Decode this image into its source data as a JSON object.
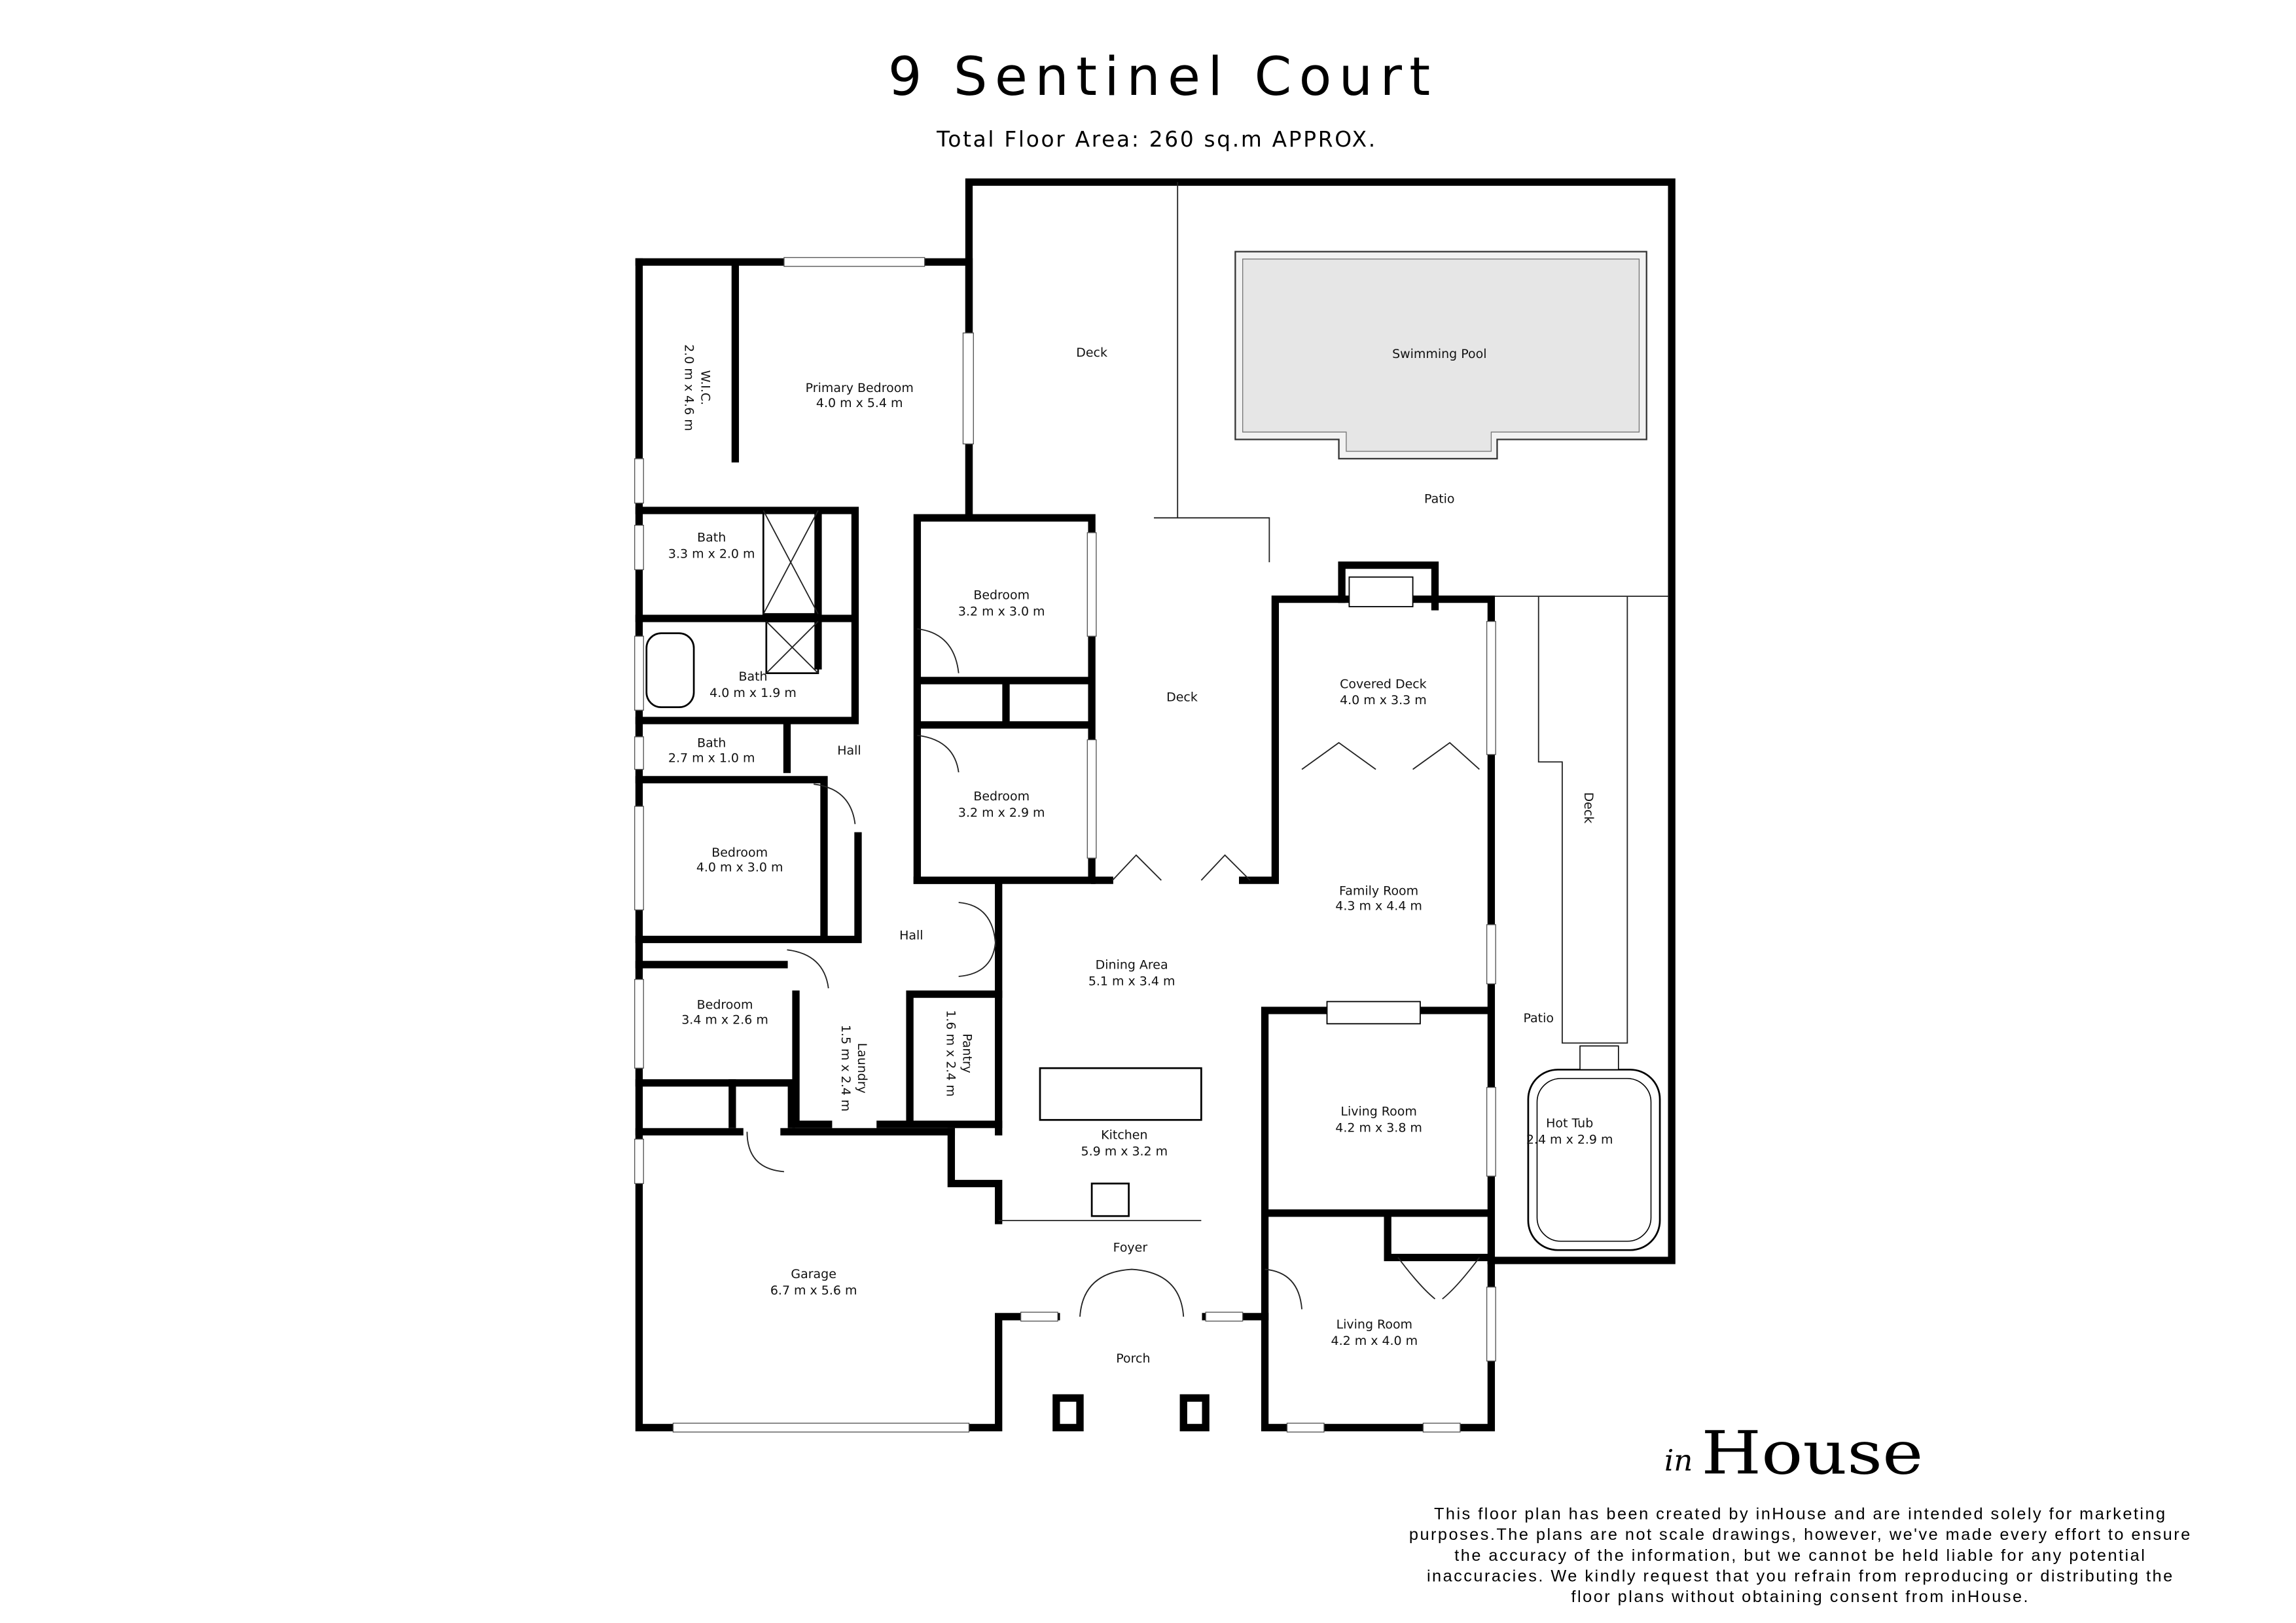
{
  "header": {
    "title": "9 Sentinel Court",
    "subtitle": "Total Floor Area: 260 sq.m APPROX."
  },
  "rooms": [
    {
      "name": "Deck",
      "dims": ""
    },
    {
      "name": "Swimming Pool",
      "dims": ""
    },
    {
      "name": "Patio",
      "dims": ""
    },
    {
      "name": "W.I.C.",
      "dims": "2.0 m x 4.6 m"
    },
    {
      "name": "Primary Bedroom",
      "dims": "4.0 m x 5.4 m"
    },
    {
      "name": "Bath",
      "dims": "3.3 m x 2.0 m"
    },
    {
      "name": "Bedroom",
      "dims": "3.2 m x 3.0 m"
    },
    {
      "name": "Deck",
      "dims": ""
    },
    {
      "name": "Covered Deck",
      "dims": "4.0 m x 3.3 m"
    },
    {
      "name": "Bath",
      "dims": "4.0 m x 1.9 m"
    },
    {
      "name": "Bath",
      "dims": "2.7 m x 1.0 m"
    },
    {
      "name": "Hall",
      "dims": ""
    },
    {
      "name": "Bedroom",
      "dims": "3.2 m x 2.9 m"
    },
    {
      "name": "Deck",
      "dims": ""
    },
    {
      "name": "Bedroom",
      "dims": "4.0 m x 3.0 m"
    },
    {
      "name": "Family Room",
      "dims": "4.3 m x 4.4 m"
    },
    {
      "name": "Hall",
      "dims": ""
    },
    {
      "name": "Dining Area",
      "dims": "5.1 m x 3.4 m"
    },
    {
      "name": "Bedroom",
      "dims": "3.4 m x 2.6 m"
    },
    {
      "name": "Laundry",
      "dims": "1.5 m x 2.4 m"
    },
    {
      "name": "Pantry",
      "dims": "1.6 m x 2.4 m"
    },
    {
      "name": "Patio",
      "dims": ""
    },
    {
      "name": "Living Room",
      "dims": "4.2 m x 3.8 m"
    },
    {
      "name": "Hot Tub",
      "dims": "2.4 m x 2.9 m"
    },
    {
      "name": "Kitchen",
      "dims": "5.9 m x 3.2 m"
    },
    {
      "name": "Foyer",
      "dims": ""
    },
    {
      "name": "Garage",
      "dims": "6.7 m x 5.6 m"
    },
    {
      "name": "Living Room",
      "dims": "4.2 m x 4.0 m"
    },
    {
      "name": "Porch",
      "dims": ""
    }
  ],
  "logo": {
    "text": "inHouse"
  },
  "disclaimer": [
    "This floor plan has been created by inHouse and are intended solely for marketing",
    "purposes.The plans are not scale drawings, however, we've made every effort to ensure",
    "the accuracy of the information, but we cannot be held liable for any potential",
    "inaccuracies. We kindly request that you refrain from reproducing or distributing the",
    "floor plans without obtaining consent from inHouse."
  ]
}
